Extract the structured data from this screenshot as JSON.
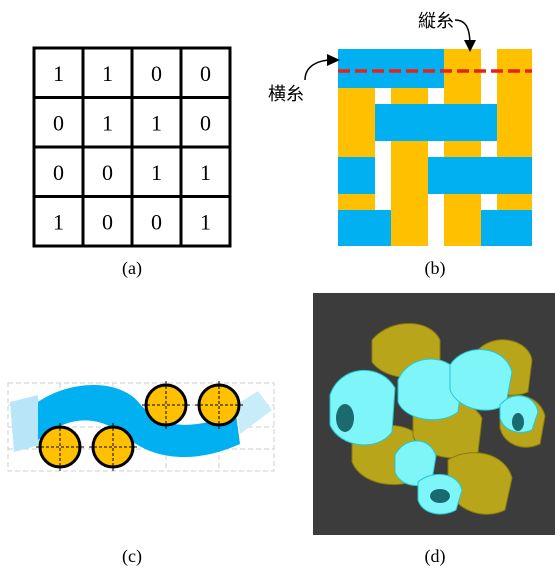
{
  "panels": {
    "a": {
      "caption": "(a)",
      "matrix": [
        [
          1,
          1,
          0,
          0
        ],
        [
          0,
          1,
          1,
          0
        ],
        [
          0,
          0,
          1,
          1
        ],
        [
          1,
          0,
          0,
          1
        ]
      ]
    },
    "b": {
      "caption": "(b)",
      "warp_label": "縦糸",
      "weft_label": "横糸"
    },
    "c": {
      "caption": "(c)"
    },
    "d": {
      "caption": "(d)"
    }
  },
  "colors": {
    "blue": "#00b0f0",
    "gold": "#ffc000",
    "red": "#e8201a",
    "dark_bg": "#3c3c3c",
    "cyan": "#7ef5f8",
    "olive": "#b9a51a"
  }
}
